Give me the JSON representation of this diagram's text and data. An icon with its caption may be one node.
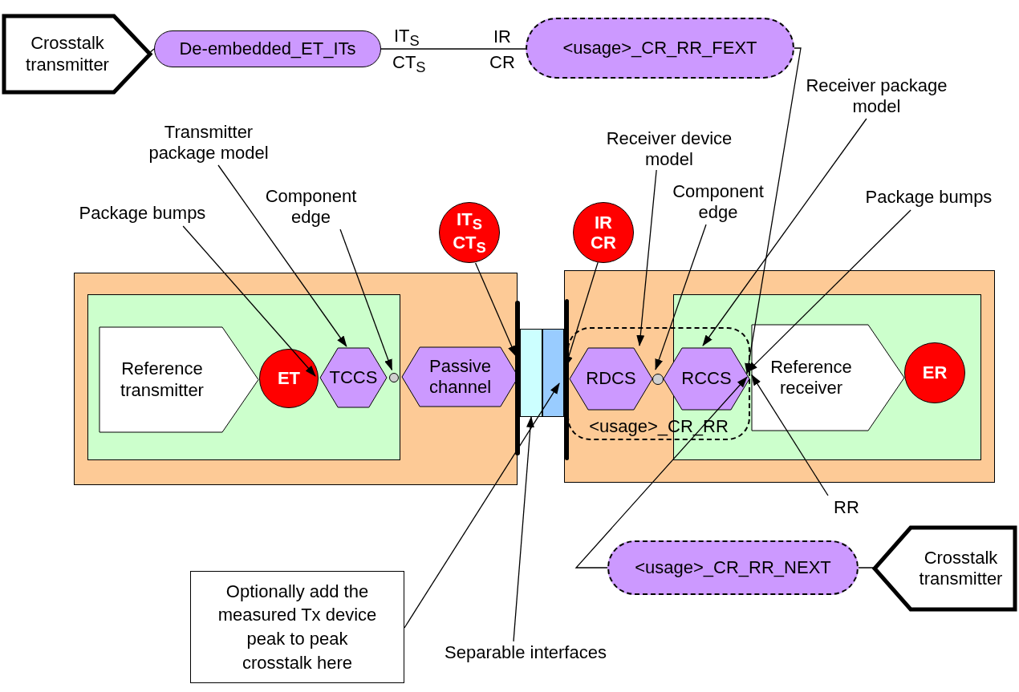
{
  "diagram": {
    "nodes": [
      {
        "text": [
          "Crosstalk transmitter"
        ]
      },
      {
        "text": [
          "De-embedded_ET_ITs"
        ]
      },
      {
        "text": [
          "<usage>_CR_RR_FEXT"
        ]
      },
      {
        "text": [],
        "shape": "box"
      },
      {
        "text": [],
        "shape": "box",
        "in": 3
      },
      {
        "text": [
          "Reference transmitter"
        ],
        "in": 4
      },
      {
        "text": [
          "ET"
        ],
        "in": 4
      },
      {
        "text": [
          "TCCS"
        ],
        "in": 4
      },
      {
        "text": [
          "Passive channel"
        ],
        "in": 3
      },
      {
        "text": [],
        "shape": "box"
      },
      {
        "text": [],
        "shape": "box",
        "in": 9
      },
      {
        "text": [
          "<usage>_CR_RR"
        ],
        "in": 9
      },
      {
        "text": [
          "RDCS"
        ],
        "in": 11
      },
      {
        "text": [
          "RCCS"
        ],
        "in": 11
      },
      {
        "text": [
          "Reference receiver"
        ],
        "in": 10
      },
      {
        "text": [
          "ER"
        ],
        "in": 10
      },
      {
        "text": [
          "IT$_{S}$ CT$_{S}$"
        ]
      },
      {
        "text": [
          "IR CR"
        ]
      },
      {
        "text": [
          "Crosstalk transmitter"
        ]
      },
      {
        "text": [
          "<usage>_CR_RR_NEXT"
        ]
      },
      {
        "text": [
          "Optionally add the measured Tx device peak to peak crosstalk here"
        ]
      },
      {
        "text": [
          "Package bumps"
        ]
      },
      {
        "text": [
          "Transmitter package model"
        ]
      },
      {
        "text": [
          "Component edge"
        ]
      },
      {
        "text": [
          "Receiver device model"
        ]
      },
      {
        "text": [
          "Component edge"
        ]
      },
      {
        "text": [
          "Receiver package model"
        ]
      },
      {
        "text": [
          "Package bumps"
        ]
      },
      {
        "text": [
          "RR"
        ]
      },
      {
        "text": [
          "Separable interfaces"
        ]
      },
      {
        "text": [],
        "shape": "circle",
        "in": 4
      },
      {
        "text": [],
        "shape": "circle",
        "in": 11
      },
      {
        "text": [],
        "shape": "box"
      },
      {
        "text": [],
        "shape": "box"
      },
      {
        "text": [],
        "shape": "bar"
      },
      {
        "text": [],
        "shape": "bar",
        "in": 9
      }
    ],
    "edges": [
      {
        "from": 0,
        "to": 1,
        "arrow": "none"
      },
      {
        "from": 1,
        "to": 2,
        "arrow": "none"
      },
      {
        "from": 2,
        "to": 13,
        "arrow": "to"
      },
      {
        "from": 19,
        "to": 13,
        "arrow": "to"
      },
      {
        "from": 19,
        "to": 18,
        "arrow": "none"
      },
      {
        "from": 21,
        "to": 6,
        "arrow": "to"
      },
      {
        "from": 22,
        "to": 7,
        "arrow": "to"
      },
      {
        "from": 23,
        "to": 30,
        "arrow": "to"
      },
      {
        "from": 16,
        "to": 34,
        "arrow": "to"
      },
      {
        "from": 17,
        "to": 35,
        "arrow": "to"
      },
      {
        "from": 24,
        "to": 12,
        "arrow": "to"
      },
      {
        "from": 25,
        "to": 31,
        "arrow": "to"
      },
      {
        "from": 26,
        "to": 13,
        "arrow": "to"
      },
      {
        "from": 27,
        "to": 13,
        "arrow": "to"
      },
      {
        "from": 28,
        "to": 14,
        "arrow": "to"
      },
      {
        "from": 20,
        "to": 33,
        "arrow": "to"
      },
      {
        "from": 29,
        "to": 32,
        "arrow": "to"
      }
    ],
    "labels": [
      "IT$_{S}$",
      "CT$_{S}$",
      "IR",
      "CR"
    ]
  }
}
